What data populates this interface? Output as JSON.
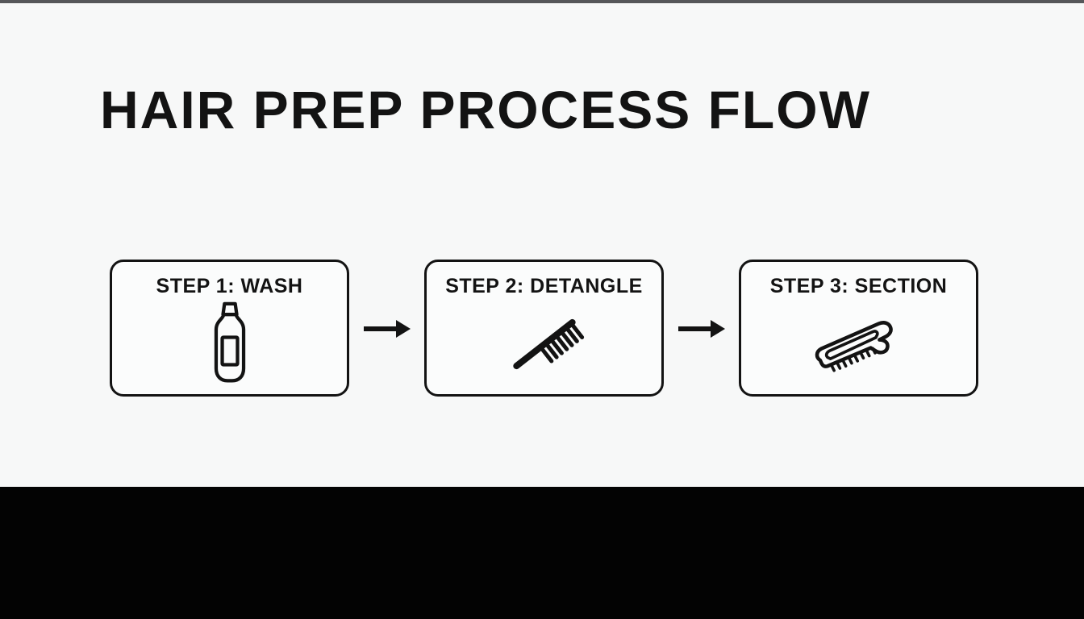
{
  "page": {
    "title": "HAIR PREP PROCESS FLOW",
    "background_color": "#f7f8f8",
    "footer_color": "#030303",
    "ink_color": "#131313"
  },
  "flow": {
    "steps": [
      {
        "label": "STEP 1: WASH",
        "icon": "shampoo-bottle-icon"
      },
      {
        "label": "STEP 2: DETANGLE",
        "icon": "comb-icon"
      },
      {
        "label": "STEP 3: SECTION",
        "icon": "hair-section-clip-icon"
      }
    ],
    "connector_icon": "arrow-right-icon"
  }
}
